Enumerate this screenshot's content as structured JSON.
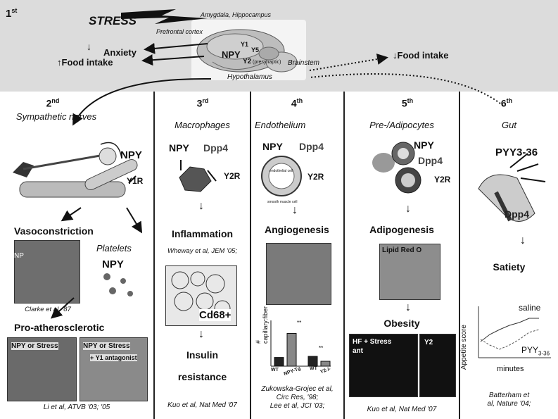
{
  "top": {
    "stage": "1",
    "stage_sup": "st",
    "stress": "STRESS",
    "amygdala": "Amygdala, Hippocampus",
    "prefrontal": "Prefrontal cortex",
    "npy": "NPY",
    "y1": "Y1",
    "y5": "Y5",
    "y2": "Y2",
    "presynaptic": "(presynaptic)",
    "brainstem": "Brainstem",
    "hypothalamus": "Hypothalamus",
    "anxiety": "Anxiety",
    "food_up": "Food intake",
    "food_down": "Food intake"
  },
  "panels": [
    {
      "stage": "2",
      "sup": "nd",
      "title": "Sympathetic nerves",
      "npy": "NPY",
      "y1r": "Y1R",
      "vaso": "Vasoconstriction",
      "platelets": "Platelets",
      "platelets_npy": "NPY",
      "np": "NP",
      "cite1": "Clarke et al. '87",
      "pro": "Pro-atherosclerotic",
      "img1": "NPY or Stress",
      "img2a": "NPY or Stress",
      "img2b": "+ Y1 antagonist",
      "cite2": "Li et al, ATVB '03; '05"
    },
    {
      "stage": "3",
      "sup": "rd",
      "title": "Macrophages",
      "npy": "NPY",
      "dpp4": "Dpp4",
      "y2r": "Y2R",
      "effect": "Inflammation",
      "cite1": "Wheway et al, JEM '05;",
      "cd68": "Cd68+",
      "effect2a": "Insulin",
      "effect2b": "resistance",
      "cite2": "Kuo et al, Nat Med '07"
    },
    {
      "stage": "4",
      "sup": "th",
      "title": "Endothelium",
      "npy": "NPY",
      "dpp4": "Dpp4",
      "y2r": "Y2R",
      "endo_cell": "endothelial cell",
      "smc": "smooth muscle cell",
      "effect": "Angiogenesis",
      "ylabel": "# capillary:fiber",
      "sig": "**",
      "xlabels": [
        "WT",
        "NPY-Tg",
        "WT",
        "Y2-/-"
      ],
      "cite": [
        "Zukowska-Grojec et al,",
        "Circ Res, '98;",
        "Lee et al, JCI '03;"
      ]
    },
    {
      "stage": "5",
      "sup": "th",
      "title": "Pre-/Adipocytes",
      "npy": "NPY",
      "dpp4": "Dpp4",
      "y2r": "Y2R",
      "effect": "Adipogenesis",
      "oilred": "Lipid Red O",
      "effect2": "Obesity",
      "hf": "HF + Stress",
      "ant": "ant",
      "y2": "Y2",
      "cite": "Kuo et al, Nat Med '07"
    },
    {
      "stage": "6",
      "sup": "th",
      "title": "Gut",
      "pyy": "PYY3-36",
      "dpp4": "Dpp4",
      "effect": "Satiety",
      "saline": "saline",
      "pyy_label": "PYY",
      "pyy_sub": "3-36",
      "ylabel": "Appetite score",
      "xlabel": "minutes",
      "cite": [
        "Batterham et",
        "al, Nature '04;"
      ]
    }
  ],
  "chart_data": {
    "type": "bar",
    "categories": [
      "WT",
      "NPY-Tg",
      "WT",
      "Y2-/-"
    ],
    "values": [
      1.6,
      6.0,
      1.8,
      0.9
    ],
    "ylim": [
      0,
      8
    ],
    "xlabel": "",
    "ylabel": "# capillary:fiber",
    "title": ""
  }
}
